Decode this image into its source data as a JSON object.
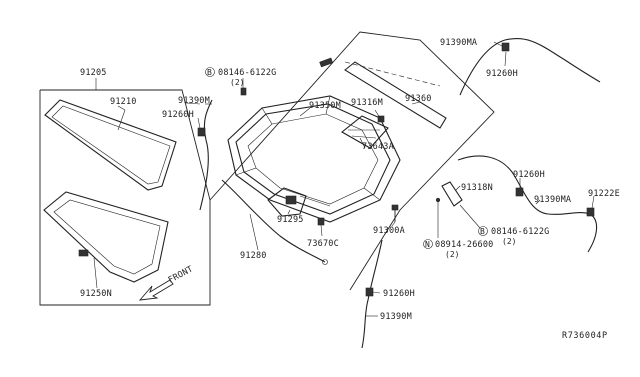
{
  "diagram": {
    "reference_code": "R736004P",
    "front_label": "FRONT",
    "labels": {
      "p91205": "91205",
      "p91210": "91210",
      "p91250N": "91250N",
      "p91390M_a": "91390M",
      "p91260H_a": "91260H",
      "p08146_a": "08146-6122G",
      "p08146_a_qty": "(2)",
      "p91350M": "91350M",
      "p91316M": "91316M",
      "p91360": "91360",
      "p73643A": "73643A",
      "p91390MA_a": "91390MA",
      "p91260H_b": "91260H",
      "p91318N": "91318N",
      "p91260H_c": "91260H",
      "p91390MA_b": "91390MA",
      "p91222E": "91222E",
      "p08146_b": "08146-6122G",
      "p08146_b_qty": "(2)",
      "p08914": "08914-26600",
      "p08914_qty": "(2)",
      "p91300A": "91300A",
      "p73670C": "73670C",
      "p91295": "91295",
      "p91280": "91280",
      "p91260H_d": "91260H",
      "p91390M_b": "91390M"
    },
    "circle_markers": {
      "bolt": "B",
      "nut": "N"
    }
  }
}
